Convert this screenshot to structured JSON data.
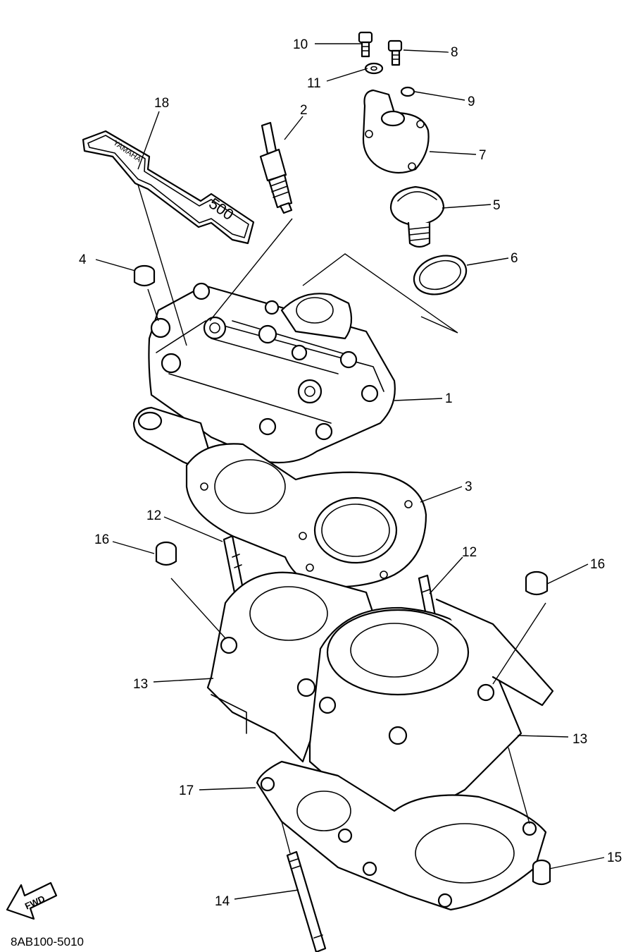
{
  "callouts": [
    {
      "id": "c1",
      "label": "1"
    },
    {
      "id": "c2",
      "label": "2"
    },
    {
      "id": "c3",
      "label": "3"
    },
    {
      "id": "c4",
      "label": "4"
    },
    {
      "id": "c5",
      "label": "5"
    },
    {
      "id": "c6",
      "label": "6"
    },
    {
      "id": "c7",
      "label": "7"
    },
    {
      "id": "c8",
      "label": "8"
    },
    {
      "id": "c9",
      "label": "9"
    },
    {
      "id": "c10",
      "label": "10"
    },
    {
      "id": "c11",
      "label": "11"
    },
    {
      "id": "c12a",
      "label": "12"
    },
    {
      "id": "c12b",
      "label": "12"
    },
    {
      "id": "c13a",
      "label": "13"
    },
    {
      "id": "c13b",
      "label": "13"
    },
    {
      "id": "c14",
      "label": "14"
    },
    {
      "id": "c15",
      "label": "15"
    },
    {
      "id": "c16a",
      "label": "16"
    },
    {
      "id": "c16b",
      "label": "16"
    },
    {
      "id": "c17",
      "label": "17"
    },
    {
      "id": "c18",
      "label": "18"
    }
  ],
  "plate_code": "8AB100-5010",
  "fwd_arrow_text": "FWD",
  "emblem_brand": "YAMAHA",
  "emblem_model": "500"
}
